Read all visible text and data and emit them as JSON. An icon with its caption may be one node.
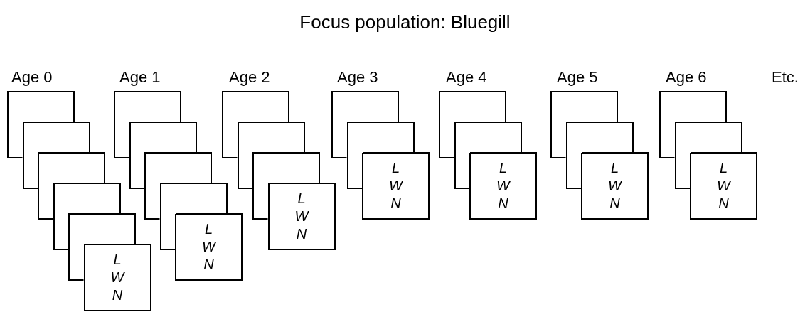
{
  "diagram": {
    "title": "Focus population:  Bluegill",
    "nodes": [
      {
        "text": [],
        "shape": "box"
      },
      {
        "text": [],
        "shape": "box"
      },
      {
        "text": [],
        "shape": "box"
      },
      {
        "text": [],
        "shape": "box"
      },
      {
        "text": [],
        "shape": "box"
      },
      {
        "text": [
          "L",
          "W",
          "N"
        ]
      },
      {
        "text": [],
        "shape": "box"
      },
      {
        "text": [],
        "shape": "box"
      },
      {
        "text": [],
        "shape": "box"
      },
      {
        "text": [],
        "shape": "box"
      },
      {
        "text": [
          "L",
          "W",
          "N"
        ]
      },
      {
        "text": [],
        "shape": "box"
      },
      {
        "text": [],
        "shape": "box"
      },
      {
        "text": [],
        "shape": "box"
      },
      {
        "text": [
          "L",
          "W",
          "N"
        ]
      },
      {
        "text": [],
        "shape": "box"
      },
      {
        "text": [],
        "shape": "box"
      },
      {
        "text": [
          "L",
          "W",
          "N"
        ]
      },
      {
        "text": [],
        "shape": "box"
      },
      {
        "text": [],
        "shape": "box"
      },
      {
        "text": [
          "L",
          "W",
          "N"
        ]
      },
      {
        "text": [],
        "shape": "box"
      },
      {
        "text": [],
        "shape": "box"
      },
      {
        "text": [
          "L",
          "W",
          "N"
        ]
      },
      {
        "text": [],
        "shape": "box"
      },
      {
        "text": [],
        "shape": "box"
      },
      {
        "text": [
          "L",
          "W",
          "N"
        ]
      }
    ],
    "labels": [
      "Age 0",
      "Age 1",
      "Age 2",
      "Age 3",
      "Age 4",
      "Age 5",
      "Age 6",
      "Etc."
    ]
  }
}
